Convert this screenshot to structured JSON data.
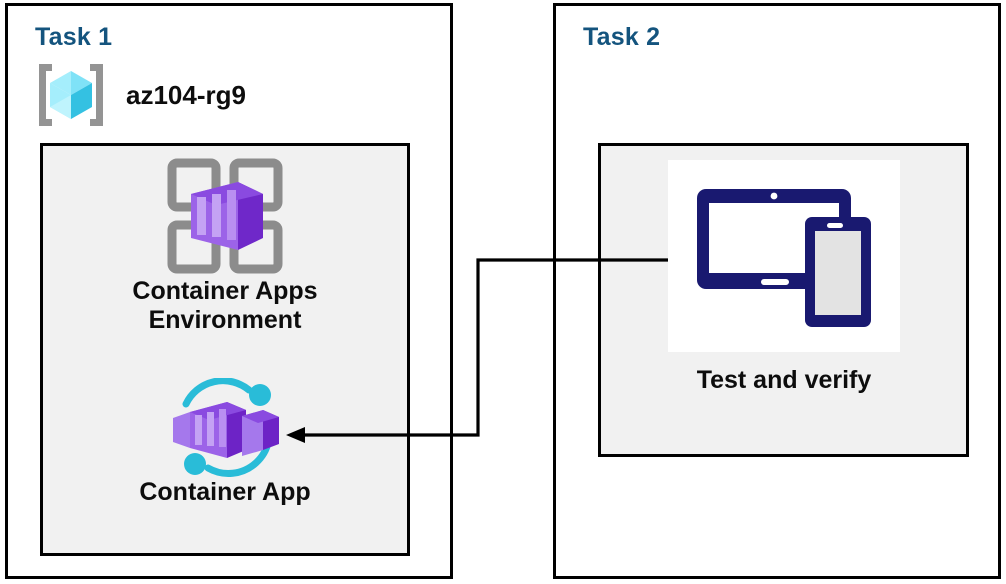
{
  "diagram": {
    "title": "Azure Container Apps task diagram",
    "background_color": "#ffffff",
    "panel_border_color": "#000000",
    "panel_fill_color": "#f1f1f1",
    "task_title_color": "#14547e",
    "label_color": "#0d0d0d",
    "connector_color": "#000000"
  },
  "task1": {
    "title": "Task 1",
    "resource_group": {
      "name": "az104-rg9",
      "icon": "azure-resource-group-icon",
      "icon_colors": {
        "bracket": "#949494",
        "cube_light": "#9cebfb",
        "cube_mid": "#57d7f5",
        "cube_dark": "#32bfe0"
      }
    },
    "nodes": [
      {
        "id": "container-apps-environment",
        "label": "Container Apps\nEnvironment",
        "icon": "container-apps-environment-icon",
        "icon_colors": {
          "frame": "#8c8c8c",
          "box_light": "#b487ec",
          "box_mid": "#9059e0",
          "box_dark": "#6f28c9"
        }
      },
      {
        "id": "container-app",
        "label": "Container App",
        "icon": "container-app-icon",
        "icon_colors": {
          "arc": "#29bcd8",
          "box_light": "#a578ec",
          "box_mid": "#8c52e0",
          "box_dark": "#6d23c6"
        }
      }
    ]
  },
  "task2": {
    "title": "Task 2",
    "nodes": [
      {
        "id": "test-and-verify",
        "label": "Test and verify",
        "icon": "devices-tablet-phone-icon",
        "icon_colors": {
          "device": "#191970",
          "screen": "#ffffff",
          "phone_screen": "#e3e3e3"
        }
      }
    ]
  },
  "connector": {
    "id": "verify-to-container-app-arrow",
    "from": "test-and-verify",
    "to": "container-app",
    "direction": "left",
    "arrowhead": "filled-triangle",
    "color": "#000000"
  }
}
